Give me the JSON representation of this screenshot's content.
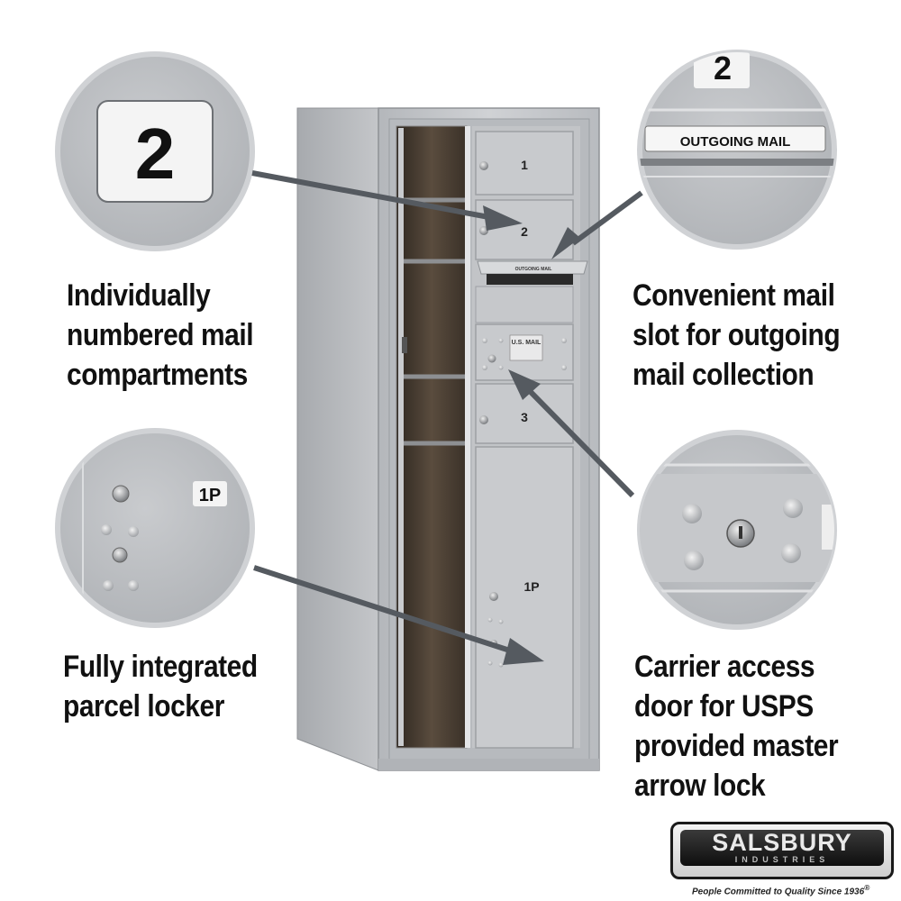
{
  "product": {
    "door_labels": [
      "1",
      "2",
      "3",
      "1P"
    ],
    "outgoing_plate": "OUTGOING MAIL",
    "usps_plate": "U.S. MAIL"
  },
  "callouts": {
    "numbered": {
      "zoom_number": "2",
      "lines": [
        "Individually",
        "numbered mail",
        "compartments"
      ]
    },
    "outgoing": {
      "zoom_number": "2",
      "zoom_label": "OUTGOING MAIL",
      "lines": [
        "Convenient mail",
        "slot for outgoing",
        "mail collection"
      ]
    },
    "parcel": {
      "zoom_number": "1P",
      "lines": [
        "Fully integrated",
        "parcel locker"
      ]
    },
    "carrier": {
      "lines": [
        "Carrier access",
        "door for USPS",
        "provided master",
        "arrow lock"
      ]
    }
  },
  "brand": {
    "name": "SALSBURY",
    "sub": "INDUSTRIES",
    "tagline": "People Committed to Quality Since 1936",
    "registered": "®"
  },
  "colors": {
    "metal": "#c3c5c8",
    "metal_dark": "#9ea1a5",
    "interior": "#4a3f34",
    "arrow": "#555a60",
    "text": "#111111"
  }
}
